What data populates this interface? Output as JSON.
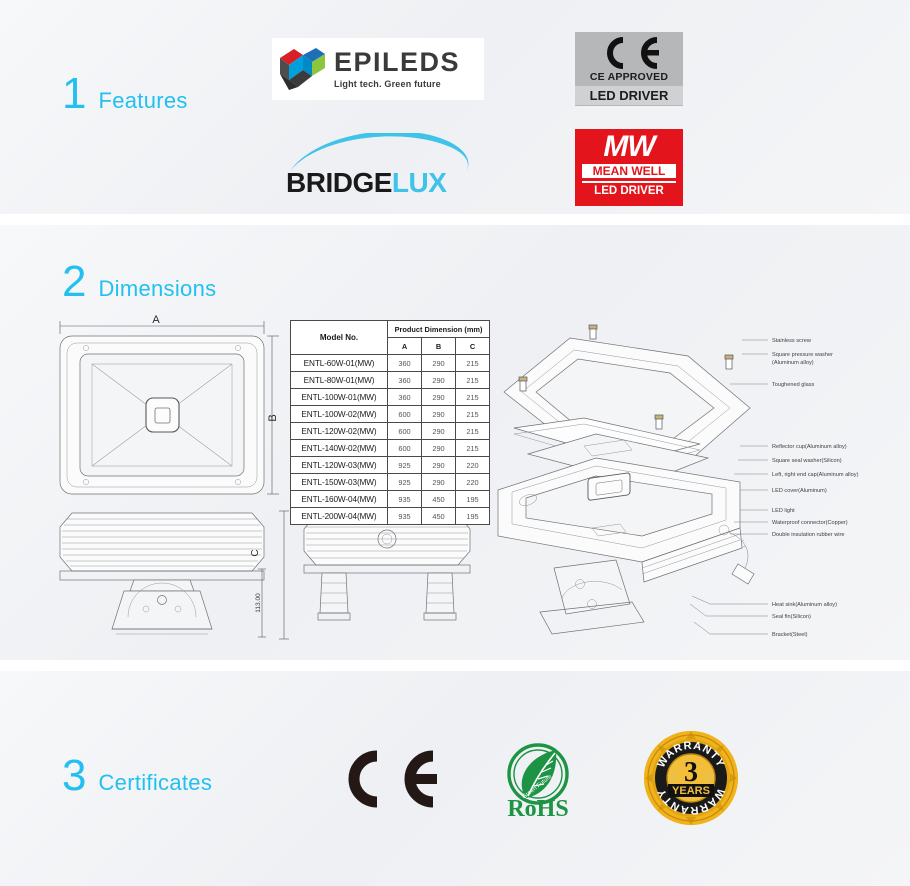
{
  "sections": {
    "features": {
      "number": "1",
      "title": "Features"
    },
    "dimensions": {
      "number": "2",
      "title": "Dimensions"
    },
    "certificates": {
      "number": "3",
      "title": "Certificates"
    }
  },
  "brands": {
    "epileds": {
      "name": "EPILEDS",
      "tagline": "Light tech.  Green future"
    },
    "bridgelux": {
      "part1": "BRIDGE",
      "part2": "LUX"
    },
    "ce_driver": {
      "mark": "CE",
      "line1": "CE APPROVED",
      "line2": "LED DRIVER"
    },
    "mean_well": {
      "logo": "MW",
      "name": "MEAN WELL",
      "sub": "LED DRIVER"
    }
  },
  "table": {
    "header_model": "Model No.",
    "header_group": "Product Dimension (mm)",
    "sub_headers": [
      "A",
      "B",
      "C"
    ],
    "rows": [
      {
        "model": "ENTL-60W-01(MW)",
        "a": "360",
        "b": "290",
        "c": "215"
      },
      {
        "model": "ENTL-80W-01(MW)",
        "a": "360",
        "b": "290",
        "c": "215"
      },
      {
        "model": "ENTL-100W-01(MW)",
        "a": "360",
        "b": "290",
        "c": "215"
      },
      {
        "model": "ENTL-100W-02(MW)",
        "a": "600",
        "b": "290",
        "c": "215"
      },
      {
        "model": "ENTL-120W-02(MW)",
        "a": "600",
        "b": "290",
        "c": "215"
      },
      {
        "model": "ENTL-140W-02(MW)",
        "a": "600",
        "b": "290",
        "c": "215"
      },
      {
        "model": "ENTL-120W-03(MW)",
        "a": "925",
        "b": "290",
        "c": "220"
      },
      {
        "model": "ENTL-150W-03(MW)",
        "a": "925",
        "b": "290",
        "c": "220"
      },
      {
        "model": "ENTL-160W-04(MW)",
        "a": "935",
        "b": "450",
        "c": "195"
      },
      {
        "model": "ENTL-200W-04(MW)",
        "a": "935",
        "b": "450",
        "c": "195"
      }
    ]
  },
  "drawing_labels": {
    "a": "A",
    "b": "B",
    "c": "C",
    "height": "113.00"
  },
  "callouts": [
    "Stainless screw",
    "Square pressure washer",
    "(Aluminum alloy)",
    "Toughened glass",
    "Reflector cup(Aluminum alloy)",
    "Square seal washer(Silicon)",
    "Left, right end cap(Aluminum alloy)",
    "LED cover(Aluminum)",
    "LED light",
    "Waterproof connector(Copper)",
    "Double insulation rubber wire",
    "Heat sink(Aluminum alloy)",
    "Seal fin(Silicon)",
    "Bracket(Steel)"
  ],
  "certificates": {
    "ce": "CE",
    "rohs": "RoHS",
    "rohs_leaf_text": "Green Future",
    "warranty_top": "WARRANTY",
    "warranty_number": "3",
    "warranty_years": "YEARS",
    "warranty_bottom": "WARRANTY"
  },
  "colors": {
    "accent": "#22c0f0",
    "mean_well_red": "#e3141c",
    "rohs_green": "#1c9443",
    "warranty_gold": "#e8a712",
    "panel": "#f0f2f4"
  }
}
